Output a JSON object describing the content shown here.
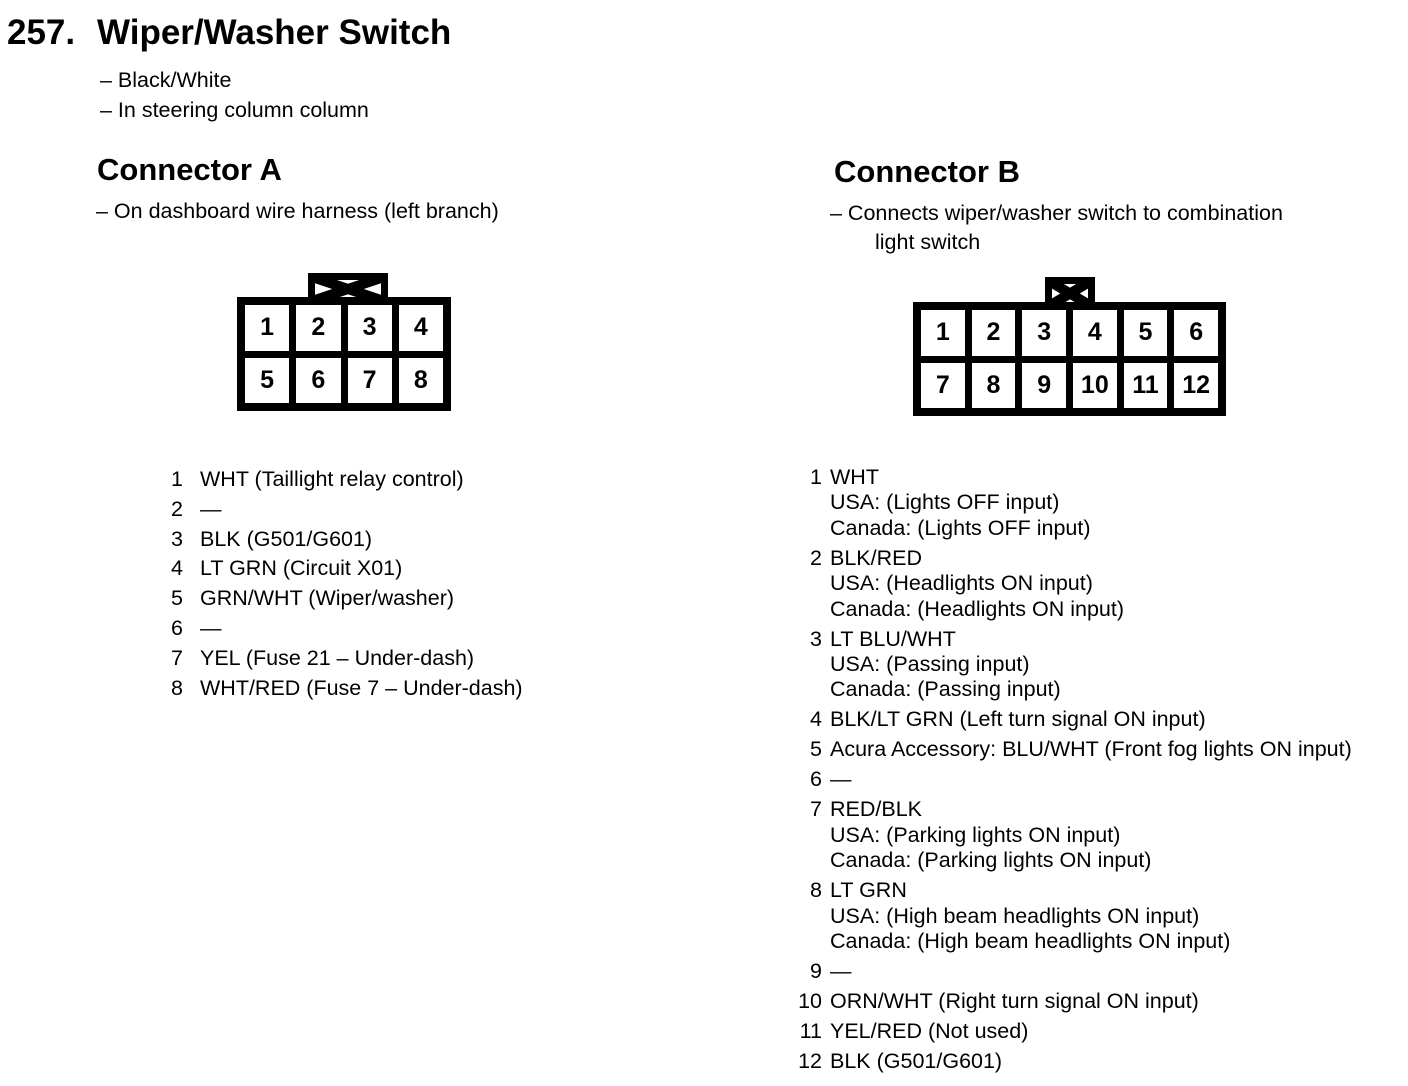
{
  "header": {
    "number": "257.",
    "title": "Wiper/Washer Switch",
    "notes": [
      "– Black/White",
      "– In steering column column"
    ]
  },
  "connector_a": {
    "heading": "Connector A",
    "note": "– On dashboard wire harness (left branch)",
    "grid_cells": [
      "1",
      "2",
      "3",
      "4",
      "5",
      "6",
      "7",
      "8"
    ],
    "pins": [
      {
        "num": "1",
        "desc": "WHT (Taillight relay control)"
      },
      {
        "num": "2",
        "desc": "—"
      },
      {
        "num": "3",
        "desc": "BLK (G501/G601)"
      },
      {
        "num": "4",
        "desc": "LT GRN (Circuit X01)"
      },
      {
        "num": "5",
        "desc": "GRN/WHT (Wiper/washer)"
      },
      {
        "num": "6",
        "desc": "—"
      },
      {
        "num": "7",
        "desc": "YEL (Fuse 21 – Under-dash)"
      },
      {
        "num": "8",
        "desc": "WHT/RED (Fuse 7 – Under-dash)"
      }
    ]
  },
  "connector_b": {
    "heading": "Connector B",
    "note_lines": [
      "– Connects wiper/washer switch to combination",
      "light switch"
    ],
    "grid_cells": [
      "1",
      "2",
      "3",
      "4",
      "5",
      "6",
      "7",
      "8",
      "9",
      "10",
      "11",
      "12"
    ],
    "pins": [
      {
        "num": "1",
        "desc": "WHT",
        "sub": [
          "USA: (Lights OFF input)",
          "Canada: (Lights OFF input)"
        ]
      },
      {
        "num": "2",
        "desc": "BLK/RED",
        "sub": [
          "USA: (Headlights ON input)",
          "Canada: (Headlights ON input)"
        ]
      },
      {
        "num": "3",
        "desc": "LT BLU/WHT",
        "sub": [
          "USA: (Passing input)",
          "Canada: (Passing input)"
        ]
      },
      {
        "num": "4",
        "desc": "BLK/LT GRN (Left turn signal ON input)"
      },
      {
        "num": "5",
        "desc": "Acura Accessory: BLU/WHT (Front fog lights ON input)"
      },
      {
        "num": "6",
        "desc": "—"
      },
      {
        "num": "7",
        "desc": "RED/BLK",
        "sub": [
          "USA: (Parking lights ON input)",
          "Canada: (Parking lights ON input)"
        ]
      },
      {
        "num": "8",
        "desc": "LT GRN",
        "sub": [
          "USA: (High beam headlights ON input)",
          "Canada: (High beam headlights ON input)"
        ]
      },
      {
        "num": "9",
        "desc": "—"
      },
      {
        "num": "10",
        "desc": "ORN/WHT (Right turn signal ON input)"
      },
      {
        "num": "11",
        "desc": "YEL/RED (Not used)"
      },
      {
        "num": "12",
        "desc": "BLK (G501/G601)"
      }
    ]
  },
  "colors": {
    "ink": "#000000",
    "paper": "#ffffff"
  }
}
